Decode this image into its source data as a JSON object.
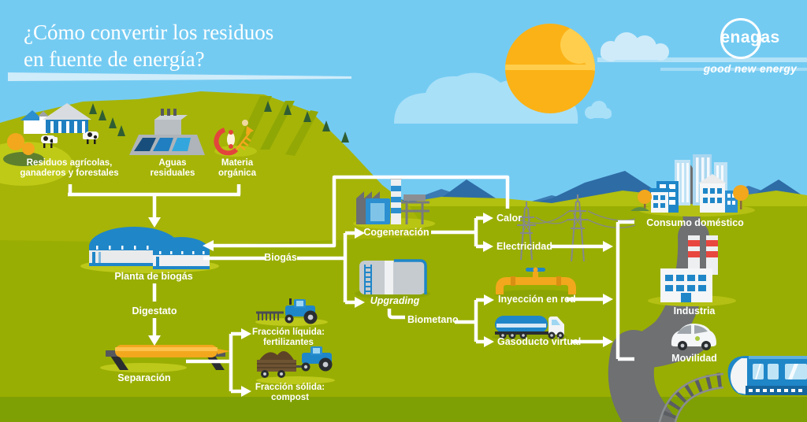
{
  "title": {
    "line1": "¿Cómo convertir los residuos",
    "line2": "en fuente de energía?"
  },
  "logo": {
    "brand": "enagas",
    "tagline": "good new energy"
  },
  "sources": [
    {
      "line1": "Residuos agrícolas,",
      "line2": "ganaderos y forestales"
    },
    {
      "line1": "Aguas",
      "line2": "residuales"
    },
    {
      "line1": "Materia",
      "line2": "orgánica"
    }
  ],
  "nodes": {
    "biogas_plant": "Planta de biogás",
    "digestato": "Digestato",
    "separacion": "Separación",
    "fraccion_liquida_1": "Fracción líquida:",
    "fraccion_liquida_2": "fertilizantes",
    "fraccion_solida_1": "Fracción sólida:",
    "fraccion_solida_2": "compost",
    "biogas": "Biogás",
    "cogeneracion": "Cogeneración",
    "upgrading": "Upgrading",
    "biometano": "Biometano",
    "calor": "Calor",
    "electricidad": "Electricidad",
    "inyeccion_en_red": "Inyección en red",
    "gasoducto_virtual": "Gasoducto virtual",
    "consumo_domestico": "Consumo doméstico",
    "industria": "Industria",
    "movilidad": "Movilidad"
  },
  "icons": [
    "farm-icon",
    "wastewater-plant-icon",
    "organic-waste-icon",
    "biogas-plant-icon",
    "cogeneration-plant-icon",
    "upgrading-tank-icon",
    "power-pylon-icon",
    "pipeline-valve-icon",
    "tanker-truck-icon",
    "city-icon",
    "factory-icon",
    "car-icon",
    "train-icon",
    "tractor-harrow-icon",
    "tractor-trailer-icon",
    "separator-tank-icon",
    "sun-icon",
    "cloud-icon",
    "enagas-logo-ring"
  ],
  "colors": {
    "sky": "#74CBF2",
    "cloud": "#A8E0F8",
    "sun": "#FBB216",
    "sun_light": "#FFCE4D",
    "mountain": "#2E6CA6",
    "mountain_back": "#3B7AB3",
    "hill": "#A6B408",
    "field": "#99AE02",
    "horizon_strip": "#B2C00F",
    "bottom_band": "#7FA004",
    "line": "#FFFFFF",
    "blue": "#1F86C8",
    "blue_dark": "#15659E",
    "blue_light": "#9FD7F2",
    "orange": "#F2A71D",
    "red": "#E8473F",
    "road": "#6E7072",
    "shadow_green": "#BCC81A"
  }
}
